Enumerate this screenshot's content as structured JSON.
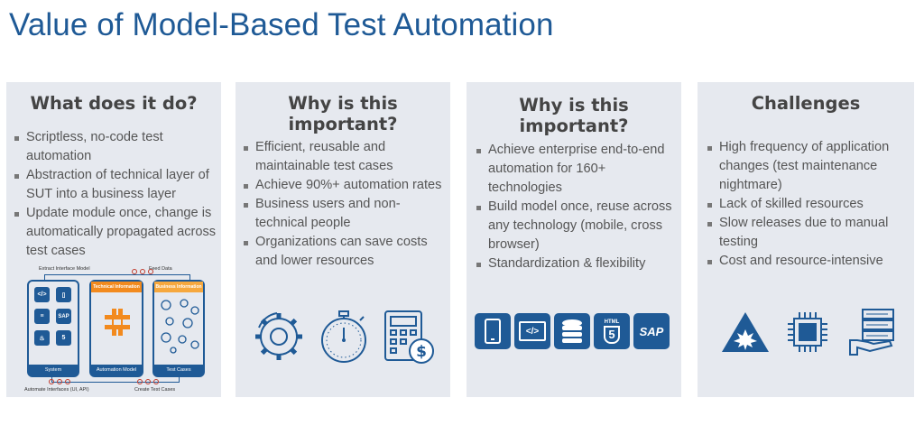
{
  "title": "Value of Model-Based Test Automation",
  "cards": [
    {
      "heading": "What does it do?",
      "bullets": [
        "Scriptless, no-code test automation",
        "Abstraction of technical layer of SUT into a business layer",
        "Update module once, change is automatically propagated across test cases"
      ],
      "diagram": {
        "extract": "Extract Interface Model",
        "feed": "Feed Data",
        "tech": "Technical Information",
        "business": "Business Information",
        "system": "System",
        "automation_model": "Automation Model",
        "test_cases": "Test Cases",
        "automate": "Automate Interfaces (UI, API)",
        "create": "Create Test Cases",
        "sap": "SAP"
      }
    },
    {
      "heading": "Why is this important?",
      "bullets": [
        "Efficient, reusable and maintainable test cases",
        "Achieve 90%+ automation rates",
        "Business users and non-technical people",
        "Organizations can save costs and lower resources"
      ]
    },
    {
      "heading": "Why is this important?",
      "bullets": [
        "Achieve enterprise  end-to-end automation for 160+ technologies",
        "Build model once, reuse across any technology (mobile, cross browser)",
        "Standardization & flexibility"
      ],
      "tiles": {
        "code": "</>",
        "html": "HTML",
        "html_num": "5",
        "sap": "SAP"
      }
    },
    {
      "heading": "Challenges",
      "bullets": [
        "High frequency of application changes (test maintenance nightmare)",
        "Lack of skilled resources",
        "Slow releases due to manual testing",
        "Cost and resource-intensive"
      ]
    }
  ],
  "icons": {
    "card2": [
      "gear-icon",
      "stopwatch-icon",
      "calculator-dollar-icon"
    ],
    "card3": [
      "mobile-icon",
      "code-window-icon",
      "database-icon",
      "html5-icon",
      "sap-icon"
    ],
    "card4": [
      "warning-triangle-icon",
      "cpu-chip-icon",
      "hand-documents-icon"
    ]
  },
  "colors": {
    "brand_blue": "#1f5a96",
    "orange": "#f28a1e",
    "card_bg": "#e6e9ef"
  }
}
